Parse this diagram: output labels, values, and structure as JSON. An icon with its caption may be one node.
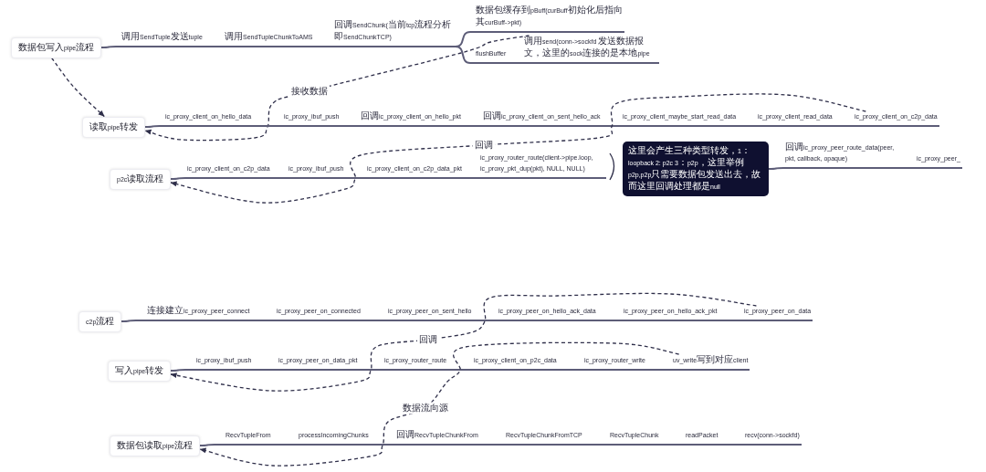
{
  "diagram": {
    "nodes": [
      {
        "text": [
          "数据包写入pipe流程"
        ]
      },
      {
        "text": [
          "调用SendTuple发送tuple"
        ]
      },
      {
        "text": [
          "调用SendTupleChunkToAMS"
        ]
      },
      {
        "text": [
          "回调SendChunk(当前tcp流程分析即SendChunkTCP)"
        ]
      },
      {
        "text": [
          "数据包缓存到pBuff(curBuff初始化后指向其curBuff->pkt)"
        ]
      },
      {
        "text": [
          "flushBuffer"
        ]
      },
      {
        "text": [
          "调用send(conn->sockfd 发送数据报文，这里的sock连接的是本地pipe"
        ]
      },
      {
        "text": [
          "读取pipe转发"
        ]
      },
      {
        "text": [
          "ic_proxy_client_on_hello_data"
        ]
      },
      {
        "text": [
          "ic_proxy_ibuf_push"
        ]
      },
      {
        "text": [
          "回调ic_proxy_client_on_hello_pkt"
        ]
      },
      {
        "text": [
          "回调ic_proxy_client_on_sent_hello_ack"
        ]
      },
      {
        "text": [
          "ic_proxy_client_maybe_start_read_data"
        ]
      },
      {
        "text": [
          "ic_proxy_client_read_data"
        ]
      },
      {
        "text": [
          "ic_proxy_client_on_c2p_data"
        ]
      },
      {
        "text": [
          "p2c读取流程"
        ]
      },
      {
        "text": [
          "ic_proxy_client_on_c2p_data"
        ]
      },
      {
        "text": [
          "ic_proxy_ibuf_push"
        ]
      },
      {
        "text": [
          "ic_proxy_client_on_c2p_data_pkt"
        ]
      },
      {
        "text": [
          "ic_proxy_router_route(client->pipe.loop, ic_proxy_pkt_dup(pkt), NULL, NULL)"
        ]
      },
      {
        "text": [
          "这里会产生三种类型转发，1：loopback 2: p2c 3：p2p，这里举例p2p,p2p只需要数据包发送出去，故而这里回调处理都是null"
        ]
      },
      {
        "text": [
          "回调ic_proxy_peer_route_data(peer, pkt, callback, opaque)"
        ]
      },
      {
        "text": [
          "ic_proxy_peer_"
        ]
      },
      {
        "text": [
          "c2p流程"
        ]
      },
      {
        "text": [
          "连接建立ic_proxy_peer_connect"
        ]
      },
      {
        "text": [
          "ic_proxy_peer_on_connected"
        ]
      },
      {
        "text": [
          "ic_proxy_peer_on_sent_hello"
        ]
      },
      {
        "text": [
          "ic_proxy_peer_on_hello_ack_data"
        ]
      },
      {
        "text": [
          "ic_proxy_peer_on_hello_ack_pkt"
        ]
      },
      {
        "text": [
          "ic_proxy_peer_on_data"
        ]
      },
      {
        "text": [
          "写入pipe转发"
        ]
      },
      {
        "text": [
          "ic_proxy_ibuf_push"
        ]
      },
      {
        "text": [
          "ic_proxy_peer_on_data_pkt"
        ]
      },
      {
        "text": [
          "ic_proxy_router_route"
        ]
      },
      {
        "text": [
          "ic_proxy_client_on_p2c_data"
        ]
      },
      {
        "text": [
          "ic_proxy_router_write"
        ]
      },
      {
        "text": [
          "uv_write写到对应client"
        ]
      },
      {
        "text": [
          "数据包读取pipe流程"
        ]
      },
      {
        "text": [
          "RecvTupleFrom"
        ]
      },
      {
        "text": [
          "processIncomingChunks"
        ]
      },
      {
        "text": [
          "回调RecvTupleChunkFrom"
        ]
      },
      {
        "text": [
          "RecvTupleChunkFromTCP"
        ]
      },
      {
        "text": [
          "RecvTupleChunk"
        ]
      },
      {
        "text": [
          "readPacket"
        ]
      },
      {
        "text": [
          "recv(conn->sockfd)"
        ]
      }
    ],
    "edges": [
      {
        "from": 0,
        "to": 1,
        "arrow": "none"
      },
      {
        "from": 1,
        "to": 2,
        "arrow": "none"
      },
      {
        "from": 2,
        "to": 3,
        "arrow": "none"
      },
      {
        "from": 3,
        "to": 4,
        "arrow": "none"
      },
      {
        "from": 3,
        "to": 5,
        "arrow": "none"
      },
      {
        "from": 5,
        "to": 6,
        "arrow": "none"
      },
      {
        "from": 0,
        "to": 7,
        "arrow": "to",
        "style": "dashed"
      },
      {
        "from": 6,
        "to": 7,
        "arrow": "to",
        "style": "dashed",
        "label": "接收数据"
      },
      {
        "from": 7,
        "to": 8,
        "arrow": "none"
      },
      {
        "from": 8,
        "to": 9,
        "arrow": "none"
      },
      {
        "from": 9,
        "to": 10,
        "arrow": "none"
      },
      {
        "from": 10,
        "to": 11,
        "arrow": "none"
      },
      {
        "from": 11,
        "to": 12,
        "arrow": "none"
      },
      {
        "from": 12,
        "to": 13,
        "arrow": "none"
      },
      {
        "from": 13,
        "to": 14,
        "arrow": "none"
      },
      {
        "from": 14,
        "to": 15,
        "arrow": "to",
        "style": "dashed",
        "label": "回调"
      },
      {
        "from": 15,
        "to": 16,
        "arrow": "none"
      },
      {
        "from": 16,
        "to": 17,
        "arrow": "none"
      },
      {
        "from": 17,
        "to": 18,
        "arrow": "none"
      },
      {
        "from": 18,
        "to": 19,
        "arrow": "none"
      },
      {
        "from": 20,
        "to": 21,
        "arrow": "none"
      },
      {
        "from": 21,
        "to": 22,
        "arrow": "none"
      },
      {
        "from": 23,
        "to": 24,
        "arrow": "none"
      },
      {
        "from": 24,
        "to": 25,
        "arrow": "none"
      },
      {
        "from": 25,
        "to": 26,
        "arrow": "none"
      },
      {
        "from": 26,
        "to": 27,
        "arrow": "none"
      },
      {
        "from": 27,
        "to": 28,
        "arrow": "none"
      },
      {
        "from": 28,
        "to": 29,
        "arrow": "none"
      },
      {
        "from": 29,
        "to": 30,
        "arrow": "to",
        "style": "dashed",
        "label": "回调"
      },
      {
        "from": 30,
        "to": 31,
        "arrow": "none"
      },
      {
        "from": 31,
        "to": 32,
        "arrow": "none"
      },
      {
        "from": 32,
        "to": 33,
        "arrow": "none"
      },
      {
        "from": 33,
        "to": 34,
        "arrow": "none"
      },
      {
        "from": 34,
        "to": 35,
        "arrow": "none"
      },
      {
        "from": 35,
        "to": 36,
        "arrow": "none"
      },
      {
        "from": 36,
        "to": 37,
        "arrow": "to",
        "style": "dashed",
        "label": "数据流向源"
      },
      {
        "from": 37,
        "to": 38,
        "arrow": "none"
      },
      {
        "from": 38,
        "to": 39,
        "arrow": "none"
      },
      {
        "from": 39,
        "to": 40,
        "arrow": "none"
      },
      {
        "from": 40,
        "to": 41,
        "arrow": "none"
      },
      {
        "from": 41,
        "to": 42,
        "arrow": "none"
      },
      {
        "from": 42,
        "to": 43,
        "arrow": "none"
      },
      {
        "from": 43,
        "to": 44,
        "arrow": "none"
      }
    ]
  }
}
